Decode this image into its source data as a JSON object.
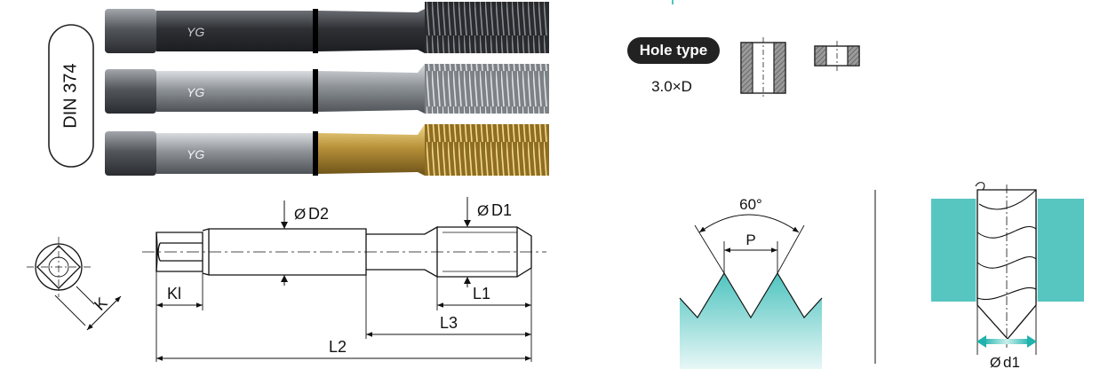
{
  "standard": {
    "label": "DIN 374"
  },
  "tap_logo": "YG",
  "hole_type": {
    "badge": "Hole type",
    "depth": "3.0×D"
  },
  "dimensions": {
    "d2": "D2",
    "d1": "D1",
    "kl": "Kl",
    "k": "K",
    "l1": "L1",
    "l2": "L2",
    "l3": "L3"
  },
  "thread_profile": {
    "angle": "60°",
    "pitch": "P"
  },
  "drill": {
    "d1": "d1"
  },
  "colors": {
    "teal": "#4fc4c0",
    "teal_light": "#bfe9e6",
    "badge": "#222222",
    "coating_gold": "#b8923a",
    "coating_dark": "#3c3f44",
    "coating_steel": "#9aa0a6"
  },
  "icons": {
    "blind_hole": "blind-hole-icon",
    "through_hole": "through-hole-icon"
  }
}
